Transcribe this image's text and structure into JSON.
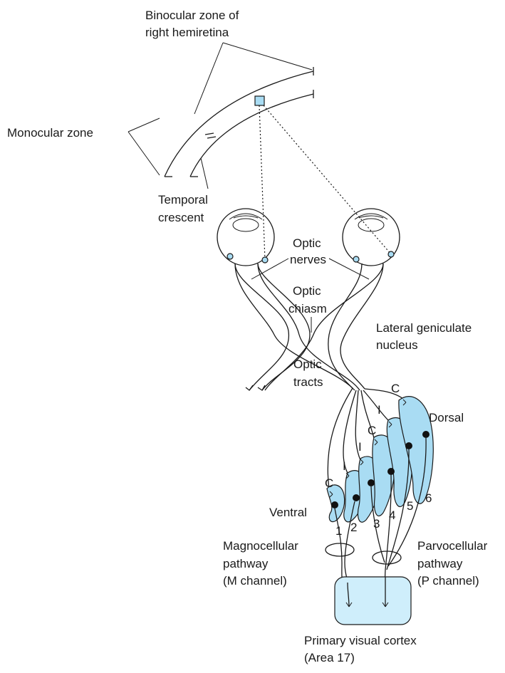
{
  "colors": {
    "layer_fill": "#a9dcf3",
    "cortex_fill": "#cfeefb",
    "line": "#1a1a1a"
  },
  "labels": {
    "binocular_zone": [
      "Binocular zone of",
      "right hemiretina"
    ],
    "monocular_zone": "Monocular zone",
    "temporal_crescent": [
      "Temporal",
      "crescent"
    ],
    "optic_nerves": [
      "Optic",
      "nerves"
    ],
    "optic_chiasm": [
      "Optic",
      "chiasm"
    ],
    "lgn": [
      "Lateral geniculate",
      "nucleus"
    ],
    "optic_tracts": [
      "Optic",
      "tracts"
    ],
    "dorsal": "Dorsal",
    "ventral": "Ventral",
    "magnocellular": [
      "Magnocellular",
      "pathway",
      "(M channel)"
    ],
    "parvocellular": [
      "Parvocellular",
      "pathway",
      "(P channel)"
    ],
    "cortex": [
      "Primary visual cortex",
      "(Area 17)"
    ]
  },
  "layers": {
    "numbers": [
      "1",
      "2",
      "3",
      "4",
      "5",
      "6"
    ],
    "eye_input": [
      "C",
      "I",
      "I",
      "C",
      "I",
      "C"
    ]
  }
}
